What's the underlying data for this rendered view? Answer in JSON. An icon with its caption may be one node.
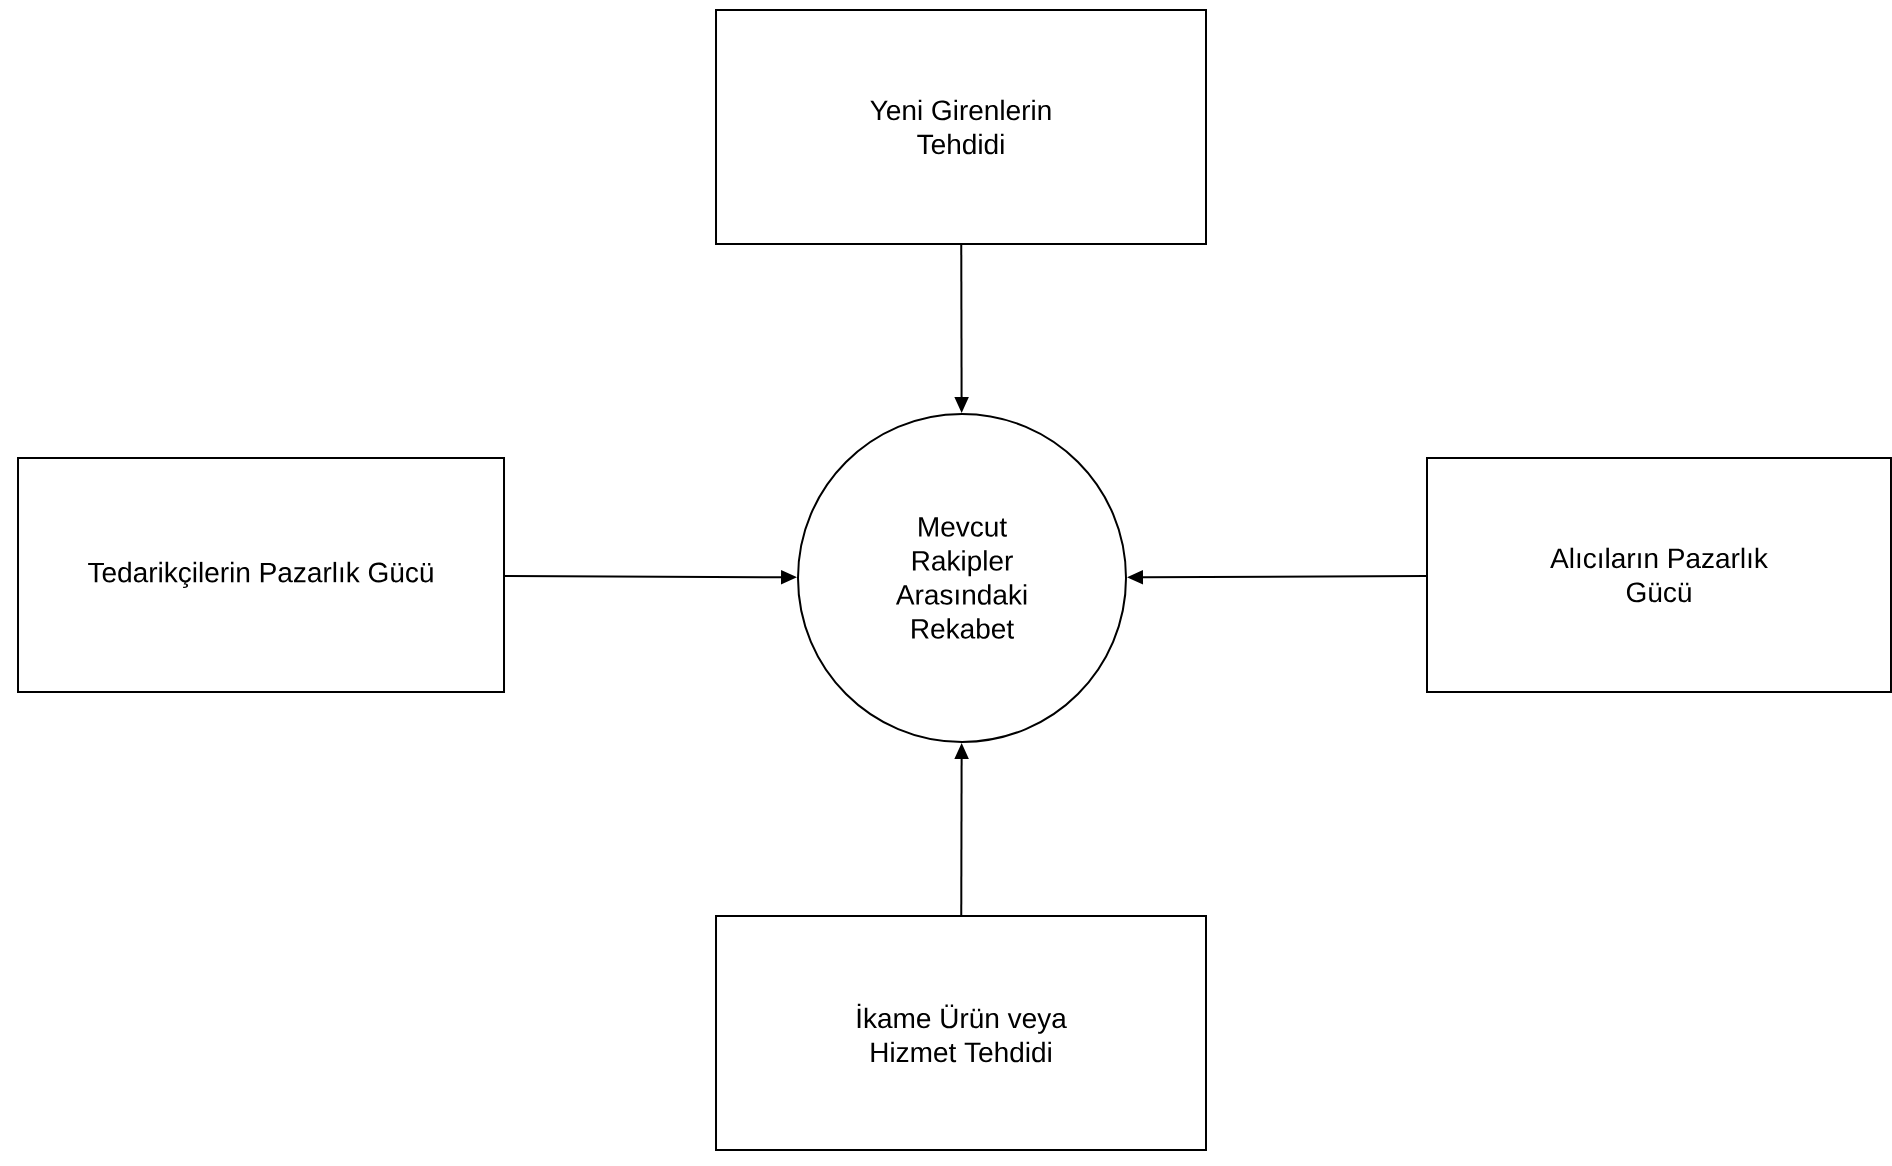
{
  "diagram": {
    "nodes": [
      {
        "text": [
          "Yeni Girenlerin Tehdidi"
        ]
      },
      {
        "text": [
          "Tedarikçilerin Pazarlık Gücü"
        ]
      },
      {
        "text": [
          "Mevcut Rakipler Arasındaki Rekabet"
        ]
      },
      {
        "text": [
          "Alıcıların Pazarlık Gücü"
        ]
      },
      {
        "text": [
          "İkame Ürün veya Hizmet Tehdidi"
        ]
      }
    ],
    "edges": [
      {
        "from": 0,
        "to": 2,
        "arrow": "to"
      },
      {
        "from": 1,
        "to": 2,
        "arrow": "to"
      },
      {
        "from": 3,
        "to": 2,
        "arrow": "to"
      },
      {
        "from": 4,
        "to": 2,
        "arrow": "to"
      }
    ]
  }
}
